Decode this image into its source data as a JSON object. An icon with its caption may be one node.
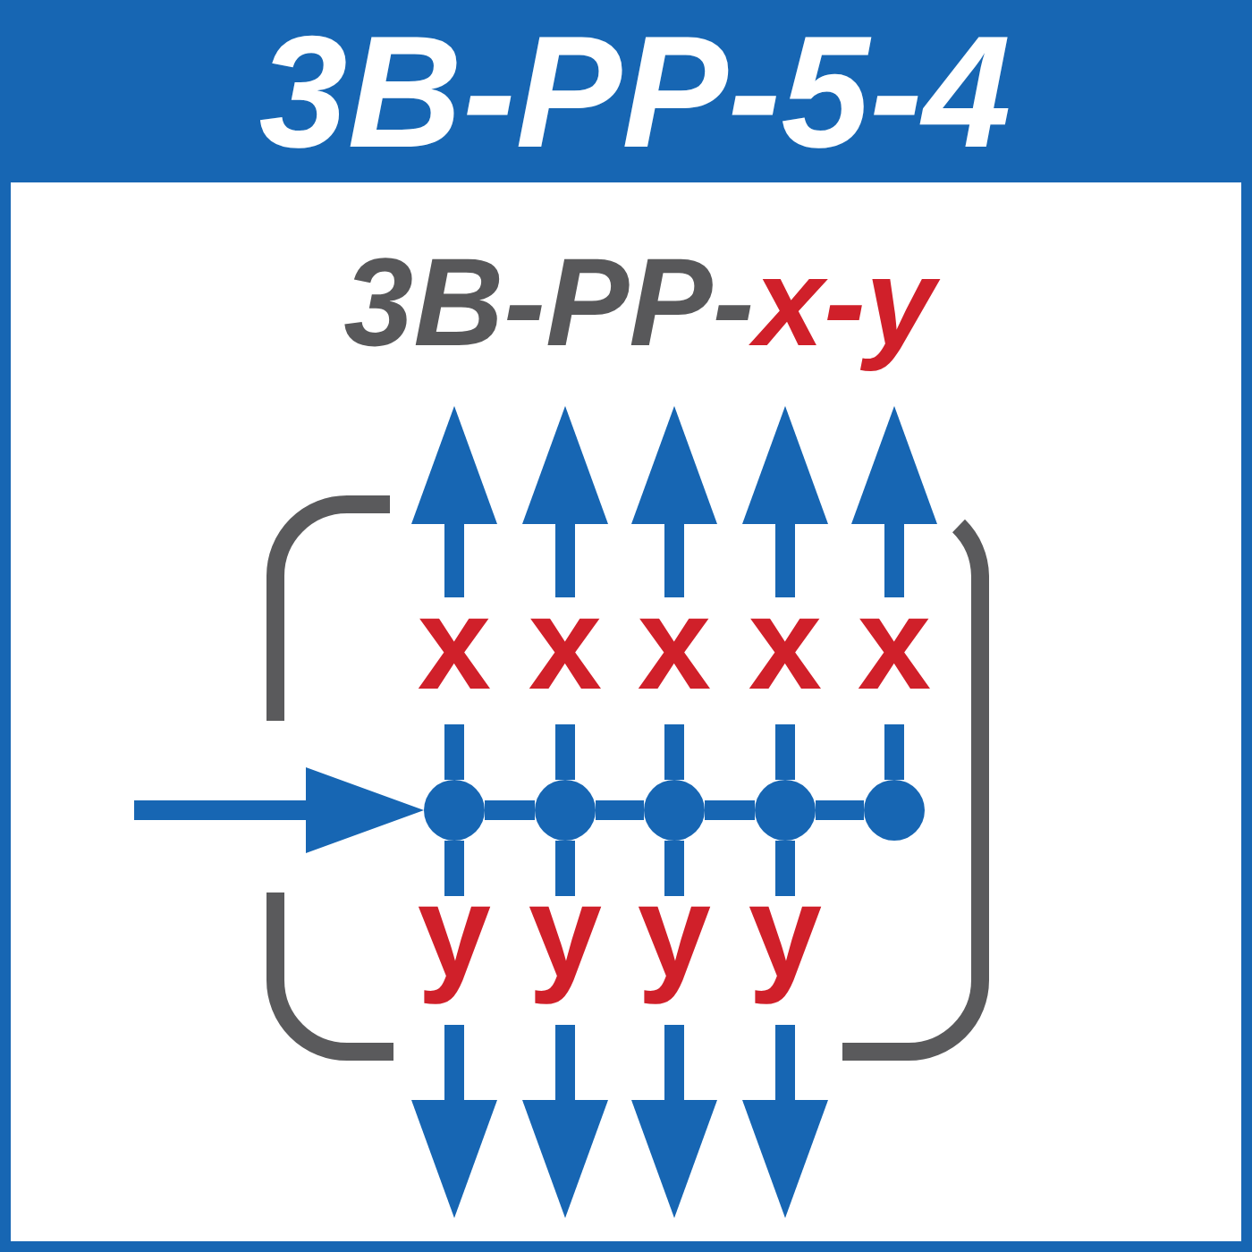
{
  "diagram": {
    "title": "3B-PP-5-4",
    "nodes": [
      {
        "text": [],
        "shape": "circle"
      },
      {
        "text": [],
        "shape": "circle"
      },
      {
        "text": [],
        "shape": "circle"
      },
      {
        "text": [],
        "shape": "circle"
      },
      {
        "text": [],
        "shape": "circle"
      }
    ],
    "edges": [
      {
        "from": null,
        "to": 0,
        "arrow": "to"
      },
      {
        "from": 0,
        "to": 1,
        "arrow": "none"
      },
      {
        "from": 1,
        "to": 2,
        "arrow": "none"
      },
      {
        "from": 2,
        "to": 3,
        "arrow": "none"
      },
      {
        "from": 3,
        "to": 4,
        "arrow": "none"
      },
      {
        "from": 0,
        "to": null,
        "arrow": "to",
        "label": "x"
      },
      {
        "from": 1,
        "to": null,
        "arrow": "to",
        "label": "x"
      },
      {
        "from": 2,
        "to": null,
        "arrow": "to",
        "label": "x"
      },
      {
        "from": 3,
        "to": null,
        "arrow": "to",
        "label": "x"
      },
      {
        "from": 4,
        "to": null,
        "arrow": "to",
        "label": "x"
      },
      {
        "from": 0,
        "to": null,
        "arrow": "to",
        "label": "y"
      },
      {
        "from": 1,
        "to": null,
        "arrow": "to",
        "label": "y"
      },
      {
        "from": 2,
        "to": null,
        "arrow": "to",
        "label": "y"
      },
      {
        "from": 3,
        "to": null,
        "arrow": "to",
        "label": "y"
      }
    ],
    "labels": [
      "3B-PP-**x-y**"
    ]
  }
}
